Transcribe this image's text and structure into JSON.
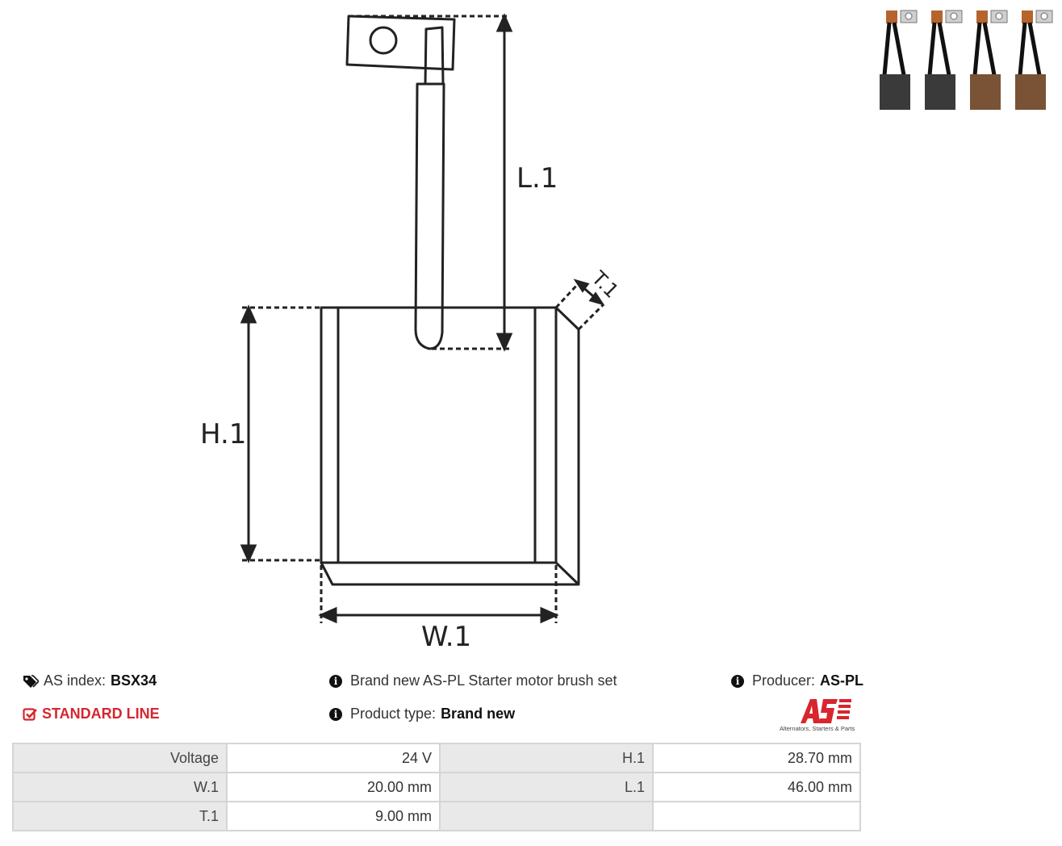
{
  "drawing": {
    "labels": {
      "l1": "L.1",
      "h1": "H.1",
      "w1": "W.1",
      "t1": "T.1"
    }
  },
  "thumbnails": [
    {
      "name": "brush-dark-1",
      "body_color": "#3a3a3a"
    },
    {
      "name": "brush-dark-2",
      "body_color": "#3a3a3a"
    },
    {
      "name": "brush-brown-1",
      "body_color": "#7a5236"
    },
    {
      "name": "brush-brown-2",
      "body_color": "#7a5236"
    }
  ],
  "info": {
    "as_index_label": "AS index:",
    "as_index_value": "BSX34",
    "line": "STANDARD LINE",
    "description": "Brand new AS-PL Starter motor brush set",
    "product_type_label": "Product type:",
    "product_type_value": "Brand new",
    "producer_label": "Producer:",
    "producer_value": "AS-PL",
    "logo_tagline": "Alternators, Starters & Parts"
  },
  "specs": [
    {
      "k1": "Voltage",
      "v1": "24 V",
      "k2": "H.1",
      "v2": "28.70 mm"
    },
    {
      "k1": "W.1",
      "v1": "20.00 mm",
      "k2": "L.1",
      "v2": "46.00 mm"
    },
    {
      "k1": "T.1",
      "v1": "9.00 mm",
      "k2": "",
      "v2": ""
    }
  ],
  "colors": {
    "accent": "#d7262e",
    "table_header_bg": "#e9e9e9",
    "table_border": "#d5d5d5"
  }
}
